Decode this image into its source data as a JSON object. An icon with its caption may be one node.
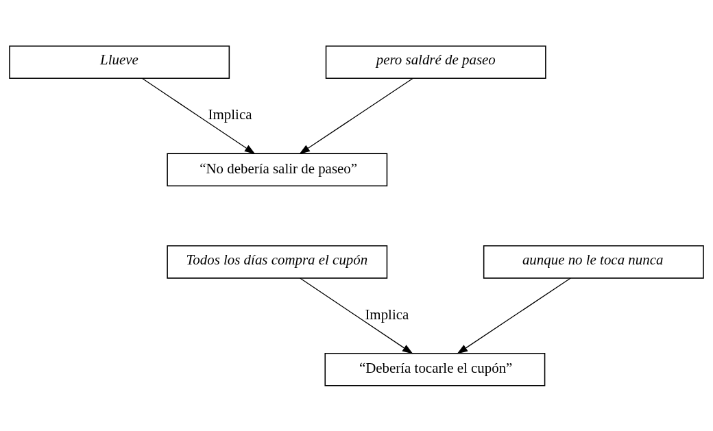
{
  "diagram": {
    "nodes": [
      {
        "text": [
          "Llueve"
        ]
      },
      {
        "text": [
          "pero saldré de paseo"
        ]
      },
      {
        "text": [
          "“No debería salir de paseo”"
        ]
      },
      {
        "text": [
          "Todos los días compra el cupón"
        ]
      },
      {
        "text": [
          "aunque no le toca nunca"
        ]
      },
      {
        "text": [
          "“Debería tocarle el cupón”"
        ]
      }
    ],
    "edges": [
      {
        "from": 0,
        "to": 2,
        "arrow": "to",
        "label": "Implica"
      },
      {
        "from": 1,
        "to": 2,
        "arrow": "to"
      },
      {
        "from": 3,
        "to": 5,
        "arrow": "to",
        "label": "Implica"
      },
      {
        "from": 4,
        "to": 5,
        "arrow": "to"
      }
    ]
  }
}
